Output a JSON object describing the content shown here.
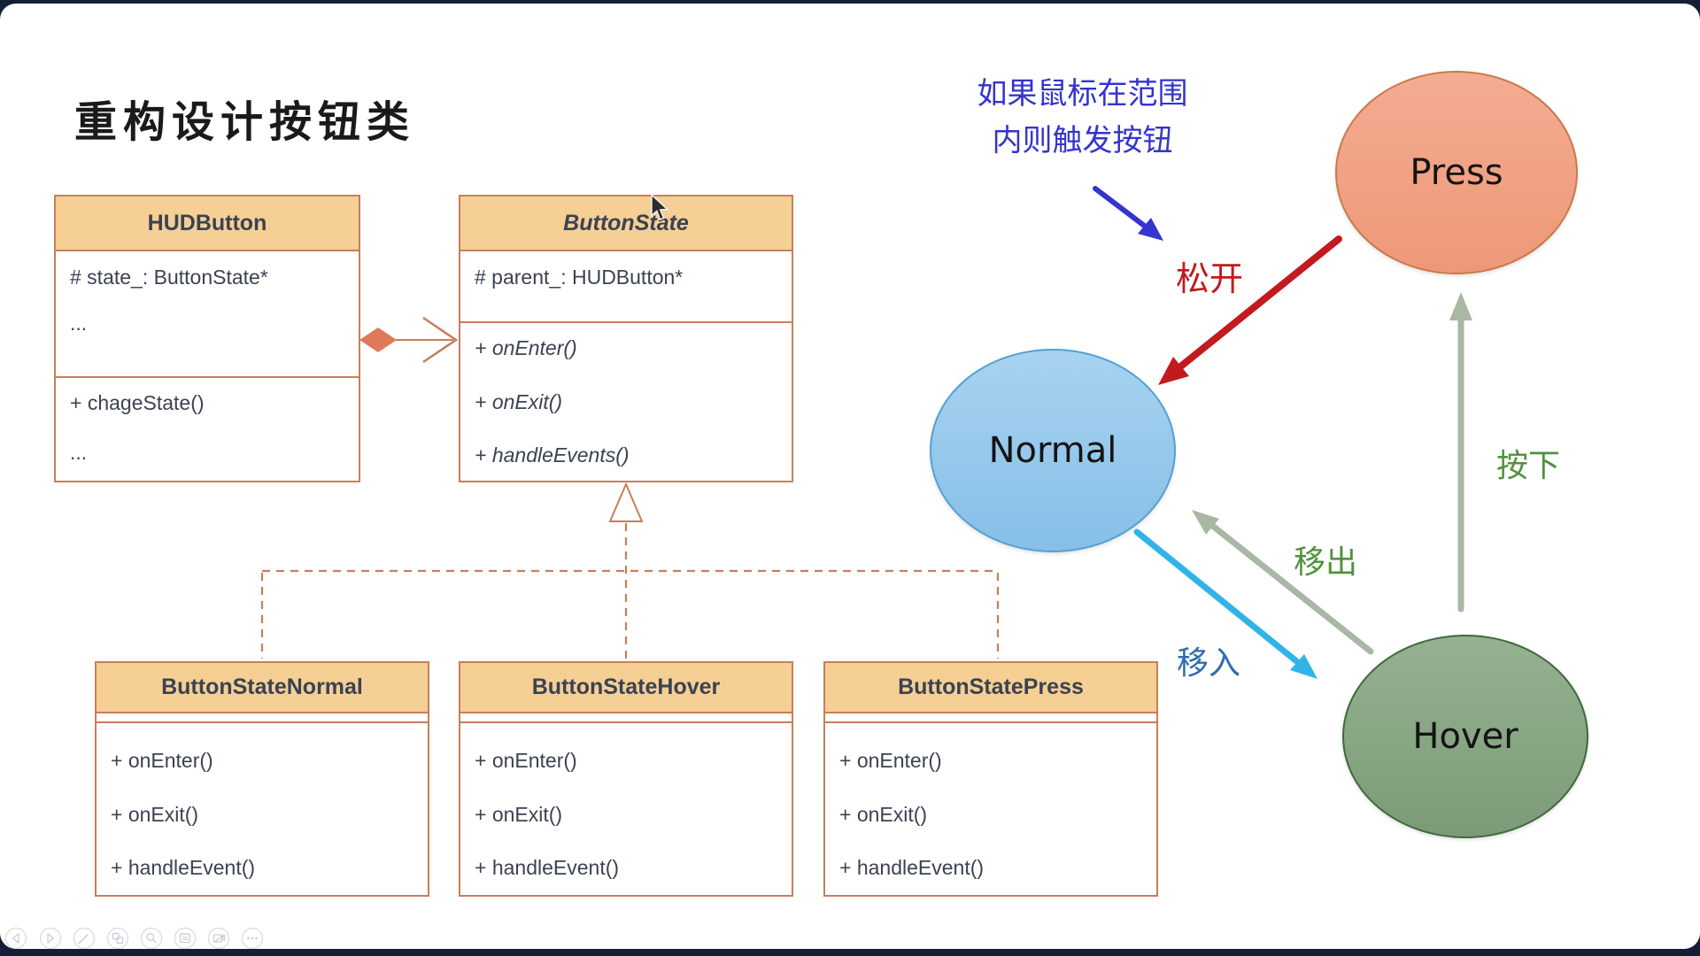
{
  "page": {
    "title": "重构设计按钮类"
  },
  "uml": {
    "hud": {
      "name": "HUDButton",
      "attr1": "# state_: ButtonState*",
      "attr2": "...",
      "method1": "+ chageState()",
      "method2": "..."
    },
    "base": {
      "name": "ButtonState",
      "attr1": "# parent_: HUDButton*",
      "method1": "+ onEnter()",
      "method2": "+ onExit()",
      "method3": "+ handleEvents()"
    },
    "normal": {
      "name": "ButtonStateNormal",
      "method1": "+ onEnter()",
      "method2": "+ onExit()",
      "method3": "+ handleEvent()"
    },
    "hover": {
      "name": "ButtonStateHover",
      "method1": "+ onEnter()",
      "method2": "+ onExit()",
      "method3": "+ handleEvent()"
    },
    "press": {
      "name": "ButtonStatePress",
      "method1": "+ onEnter()",
      "method2": "+ onExit()",
      "method3": "+ handleEvent()"
    }
  },
  "statechart": {
    "annotation": {
      "line1": "如果鼠标在范围",
      "line2": "内则触发按钮",
      "color": "#3434cf"
    },
    "states": {
      "press": {
        "label": "Press",
        "fill": "#f2a68b",
        "border": "#c87a4a"
      },
      "normal": {
        "label": "Normal",
        "fill": "#97c9ee",
        "border": "#55a0d2"
      },
      "hover": {
        "label": "Hover",
        "fill": "#89a685",
        "border": "#3f6a3d"
      }
    },
    "transitions": {
      "release": {
        "label": "松开",
        "color": "#c21a1e"
      },
      "move_in": {
        "label": "移入",
        "color": "#2e6cb0",
        "arrow_color": "#30b4e8"
      },
      "move_out": {
        "label": "移出",
        "color": "#51923e",
        "arrow_color": "#a9b7a5"
      },
      "press_down": {
        "label": "按下",
        "color": "#51923e",
        "arrow_color": "#a9b7a5"
      }
    }
  },
  "toolbar": {
    "icons": [
      "previous",
      "next",
      "pen",
      "slides",
      "zoom",
      "notes",
      "camera-off",
      "more"
    ]
  },
  "theme": {
    "box_border": "#c87e5a",
    "box_header_fill": "#f5cf94",
    "box_text": "#3b4252",
    "diamond_fill": "#e0795a",
    "frame_background": "#141e38"
  }
}
